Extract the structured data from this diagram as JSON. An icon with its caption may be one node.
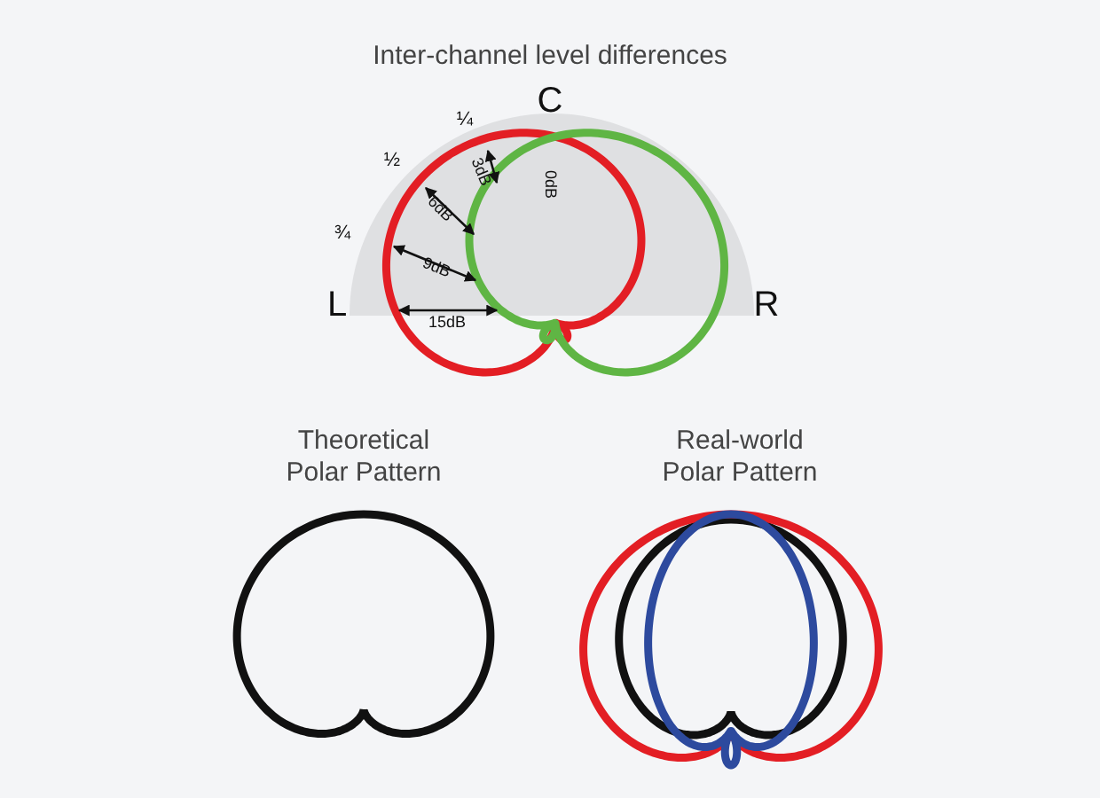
{
  "diagram": {
    "title": "Inter-channel level differences",
    "labels": [
      "C",
      "¼",
      "½",
      "¾",
      "L",
      "R",
      "3dB",
      "6dB",
      "9dB",
      "0dB",
      "15dB",
      "Theoretical Polar Pattern",
      "Real-world Polar Pattern"
    ]
  }
}
